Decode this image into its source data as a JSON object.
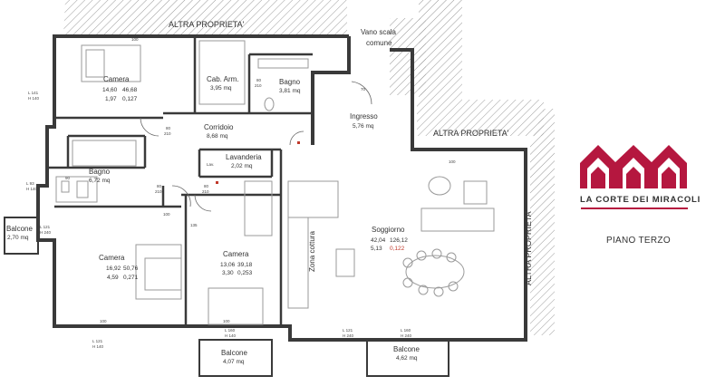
{
  "labels": {
    "altra_top": "ALTRA PROPRIETA'",
    "altra_right_top": "ALTRA PROPRIETA'",
    "altra_right_side": "ALTRA PROPRIETA'",
    "vano_scala_1": "Vano scala",
    "vano_scala_2": "comune",
    "zona_cottura": "Zona cottura"
  },
  "rooms": {
    "camera1": {
      "name": "Camera",
      "a1": "14,60",
      "a2": "46,68",
      "a3": "1,97",
      "a4": "0,127"
    },
    "cab_arm": {
      "name": "Cab. Arm.",
      "area": "3,95 mq"
    },
    "bagno1": {
      "name": "Bagno",
      "area": "3,81 mq"
    },
    "ingresso": {
      "name": "Ingresso",
      "area": "5,76 mq"
    },
    "corridoio": {
      "name": "Corridoio",
      "area": "8,68 mq"
    },
    "lavanderia": {
      "name": "Lavanderia",
      "area": "2,02 mq",
      "tag": "Lav."
    },
    "bagno2": {
      "name": "Bagno",
      "area": "6,72 mq"
    },
    "balcone_left": {
      "name": "Balcone",
      "area": "2,70 mq"
    },
    "camera2": {
      "name": "Camera",
      "a1": "16,92",
      "a2": "50,76",
      "a3": "4,59",
      "a4": "0,271"
    },
    "camera3": {
      "name": "Camera",
      "a1": "13,06",
      "a2": "39,18",
      "a3": "3,30",
      "a4": "0,253"
    },
    "soggiorno": {
      "name": "Soggiorno",
      "a1": "42,04",
      "a2": "126,12",
      "a3": "5,13",
      "a4": "0,122"
    },
    "balcone_mid": {
      "name": "Balcone",
      "area": "4,07 mq"
    },
    "balcone_right": {
      "name": "Balcone",
      "area": "4,62 mq"
    }
  },
  "dims": {
    "d100": "100",
    "d80": "80",
    "d210": "210",
    "d90": "90",
    "w1": "L 141",
    "w1b": "H 140",
    "w2": "L 93",
    "w2b": "H 140",
    "w3": "L 121",
    "w3b": "H 240",
    "w4": "L 121",
    "w4b": "H 140",
    "w5": "L 160",
    "w5b": "H 140",
    "w6": "L 121",
    "w6b": "H 240",
    "w7": "L 160",
    "w7b": "H 240",
    "d135": "135",
    "d70": "70"
  },
  "brand": {
    "name": "LA CORTE DEI MIRACOLI",
    "floor": "PIANO TERZO",
    "color": "#b5173f"
  },
  "colors": {
    "wall": "#3a3a3a",
    "hatch": "#888888",
    "accent_red": "#c0392b"
  }
}
